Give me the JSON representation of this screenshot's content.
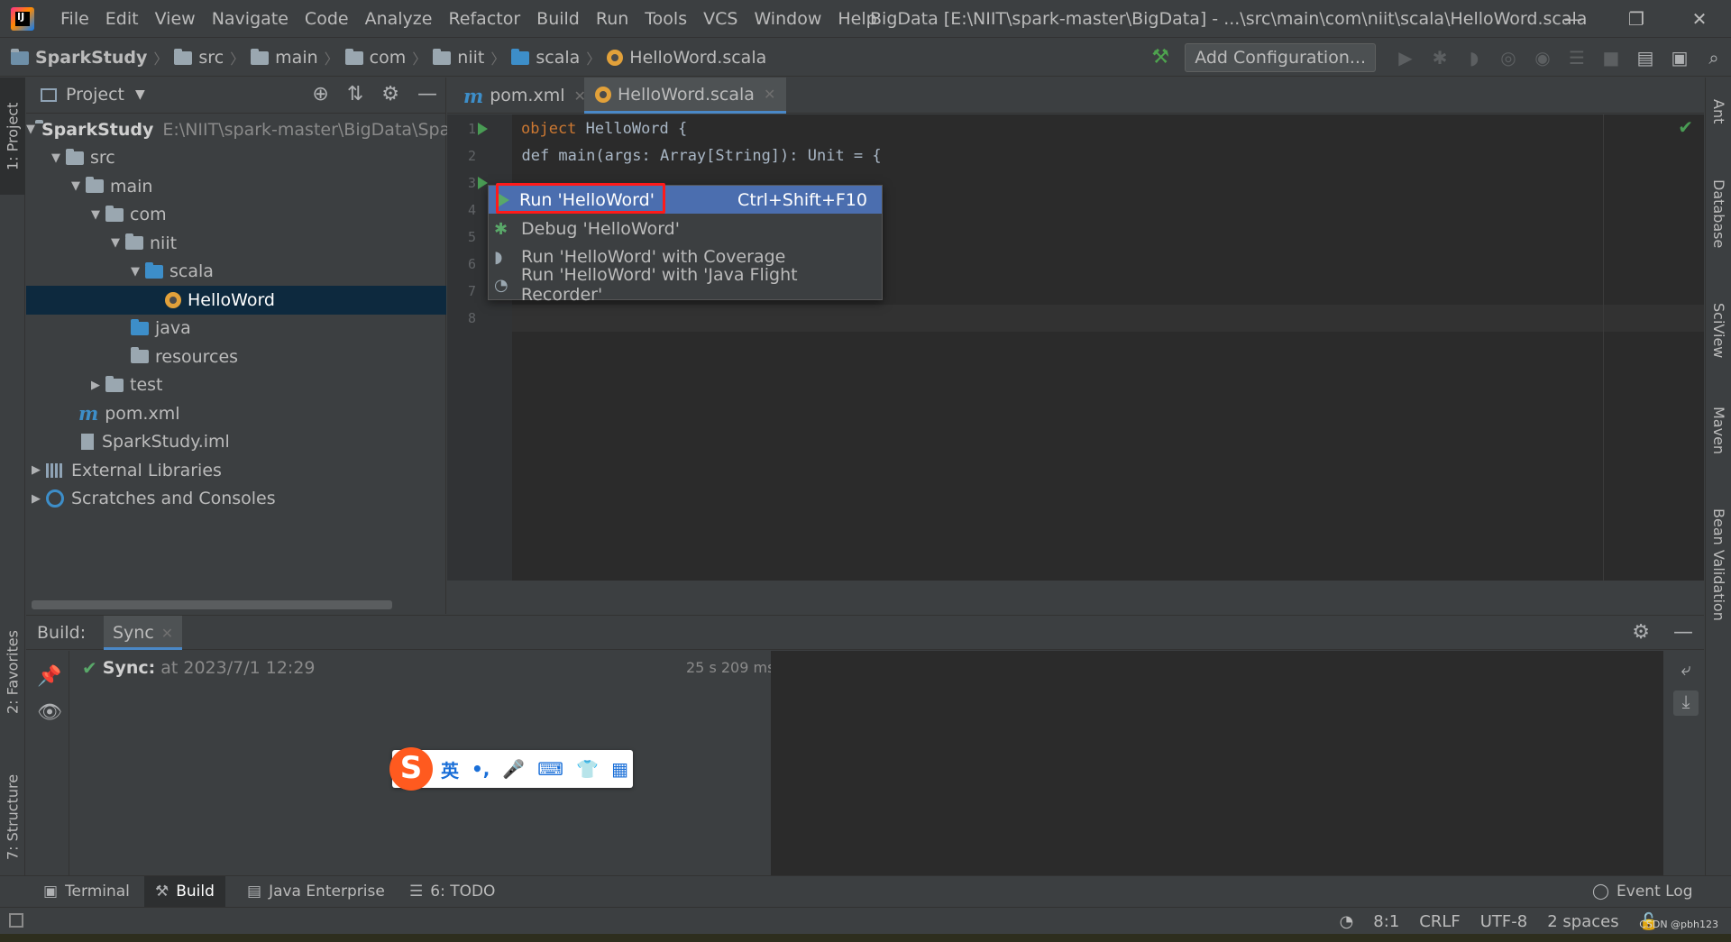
{
  "window": {
    "title": "BigData [E:\\NIIT\\spark-master\\BigData] - ...\\src\\main\\com\\niit\\scala\\HelloWord.scala",
    "controls": [
      "—",
      "❐",
      "✕"
    ]
  },
  "menu": [
    "File",
    "Edit",
    "View",
    "Navigate",
    "Code",
    "Analyze",
    "Refactor",
    "Build",
    "Run",
    "Tools",
    "VCS",
    "Window",
    "Help"
  ],
  "breadcrumbs": [
    "SparkStudy",
    "src",
    "main",
    "com",
    "niit",
    "scala",
    "HelloWord.scala"
  ],
  "toolbar": {
    "add_configuration": "Add Configuration..."
  },
  "left_stripe": {
    "project": "1: Project",
    "favorites": "2: Favorites",
    "structure": "7: Structure"
  },
  "right_stripe": [
    "Ant",
    "Database",
    "SciView",
    "Maven",
    "Bean Validation"
  ],
  "project_panel": {
    "title": "Project",
    "tree": [
      {
        "label": "SparkStudy",
        "path": "E:\\NIIT\\spark-master\\BigData\\Spa"
      },
      {
        "label": "src"
      },
      {
        "label": "main"
      },
      {
        "label": "com"
      },
      {
        "label": "niit"
      },
      {
        "label": "scala"
      },
      {
        "label": "HelloWord"
      },
      {
        "label": "java"
      },
      {
        "label": "resources"
      },
      {
        "label": "test"
      },
      {
        "label": "pom.xml"
      },
      {
        "label": "SparkStudy.iml"
      },
      {
        "label": "External Libraries"
      },
      {
        "label": "Scratches and Consoles"
      }
    ]
  },
  "editor": {
    "tabs": [
      {
        "label": "pom.xml",
        "icon": "m"
      },
      {
        "label": "HelloWord.scala"
      }
    ],
    "line_numbers": [
      "1",
      "2",
      "3",
      "4",
      "5",
      "6",
      "7",
      "8"
    ],
    "code": {
      "line1_kw": "object",
      "line1_rest": " HelloWord {",
      "line3": "  def main(args: Array[String]): Unit = {"
    }
  },
  "run_popup": {
    "items": [
      {
        "label": "Run 'HelloWord'",
        "shortcut": "Ctrl+Shift+F10"
      },
      {
        "label": "Debug 'HelloWord'"
      },
      {
        "label": "Run 'HelloWord' with Coverage"
      },
      {
        "label": "Run 'HelloWord' with 'Java Flight Recorder'"
      }
    ]
  },
  "build": {
    "label": "Build:",
    "tab": "Sync",
    "sync_title": "Sync:",
    "sync_time": "at 2023/7/1 12:29",
    "duration": "25 s 209 ms"
  },
  "ime": {
    "logo": "S",
    "lang": "英",
    "items": [
      "•,",
      "🎤",
      "⌨",
      "👕",
      "▦"
    ]
  },
  "tool_windows": [
    {
      "label": "Terminal"
    },
    {
      "label": "Build"
    },
    {
      "label": "Java Enterprise"
    },
    {
      "label": "6: TODO"
    },
    {
      "label": "Event Log"
    }
  ],
  "status": {
    "position": "8:1",
    "line_sep": "CRLF",
    "encoding": "UTF-8",
    "indent": "2 spaces",
    "watermark": "CSDN @pbh123"
  },
  "colors": {
    "selection": "#4b6eaf",
    "highlight_box": "#ff1a1a",
    "run_green": "#59a869"
  }
}
